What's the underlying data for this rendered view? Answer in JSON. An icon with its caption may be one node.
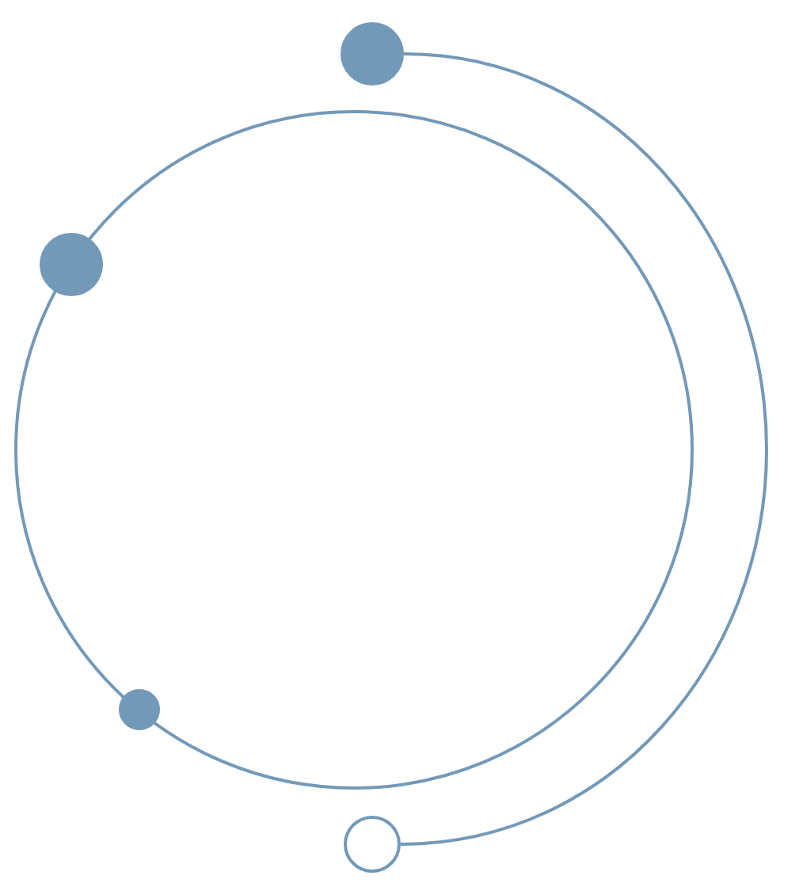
{
  "diagram": {
    "nodes": [
      {
        "text": [],
        "shape": "circle"
      },
      {
        "text": [],
        "shape": "circle"
      },
      {
        "text": [],
        "shape": "circle"
      },
      {
        "text": [],
        "shape": "circle"
      }
    ],
    "edges": [
      {
        "from": 0,
        "to": 3,
        "arrow": "none"
      }
    ]
  }
}
